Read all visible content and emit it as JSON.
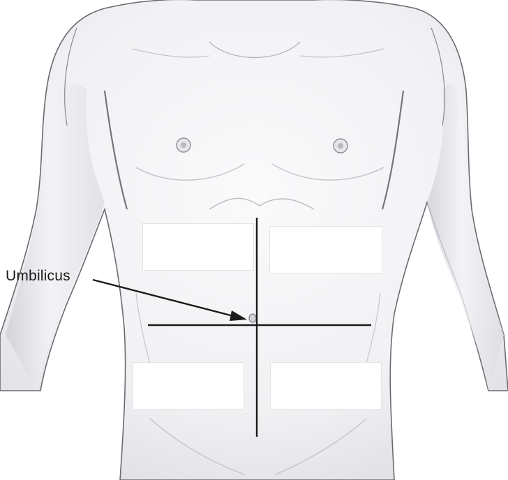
{
  "annotation": {
    "label": "Umbilicus"
  },
  "regions": [
    {
      "name": "upper-right-quadrant",
      "text": ""
    },
    {
      "name": "upper-left-quadrant",
      "text": ""
    },
    {
      "name": "lower-right-quadrant",
      "text": ""
    },
    {
      "name": "lower-left-quadrant",
      "text": ""
    }
  ],
  "colors": {
    "line": "#1a1a1a",
    "skin_fill": "#f3f3f5",
    "skin_shade": "#d9d8de",
    "outline": "#5a5960",
    "box_fill": "#ffffff"
  }
}
